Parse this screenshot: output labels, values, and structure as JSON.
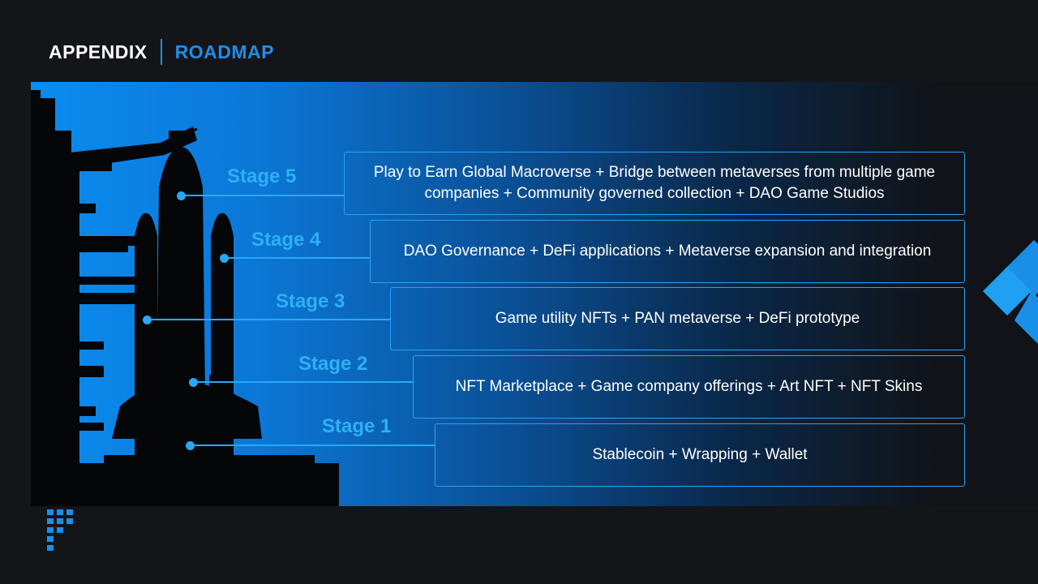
{
  "header": {
    "section": "APPENDIX",
    "title": "ROADMAP"
  },
  "stages": [
    {
      "label": "Stage 5",
      "text": "Play to Earn Global Macroverse + Bridge between metaverses from multiple game companies + Community governed collection + DAO Game Studios"
    },
    {
      "label": "Stage 4",
      "text": "DAO Governance + DeFi applications + Metaverse expansion and integration"
    },
    {
      "label": "Stage 3",
      "text": "Game utility NFTs + PAN metaverse + DeFi prototype"
    },
    {
      "label": "Stage 2",
      "text": "NFT Marketplace + Game company offerings + Art NFT + NFT Skins"
    },
    {
      "label": "Stage 1",
      "text": "Stablecoin + Wrapping + Wallet"
    }
  ],
  "colors": {
    "accent": "#1d8fe8",
    "stage_label": "#2fb0f5",
    "background": "#141518"
  }
}
